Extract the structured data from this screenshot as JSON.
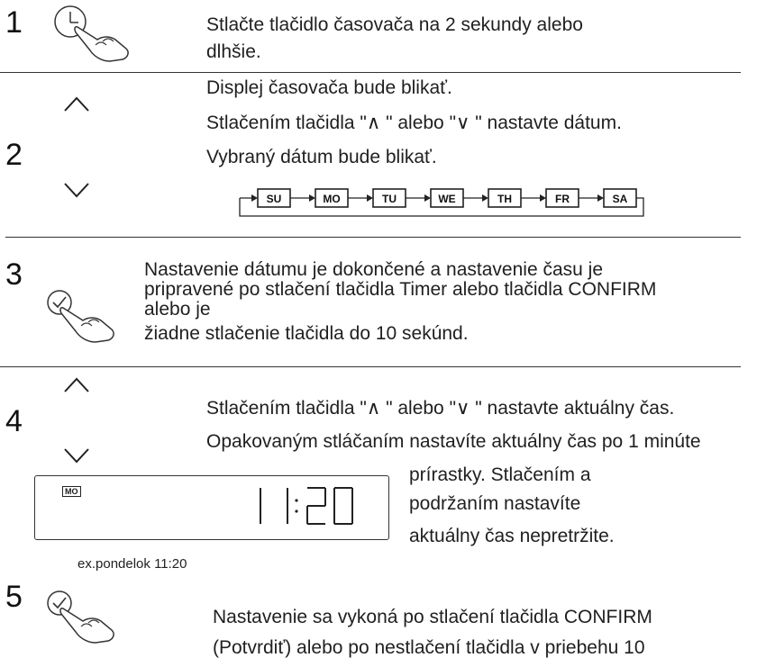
{
  "steps": [
    {
      "number": "1",
      "lines": [
        "Stlačte tlačidlo časovača na 2 sekundy alebo",
        "dlhšie."
      ]
    },
    {
      "number": "2",
      "lines": [
        "Displej časovača bude blikať.",
        "Stlačením tlačidla \"∧ \" alebo \"∨ \" nastavte dátum.",
        "Vybraný dátum bude blikať."
      ]
    },
    {
      "number": "3",
      "lines": [
        "Nastavenie dátumu je dokončené a nastavenie času je",
        "pripravené po stlačení tlačidla Timer alebo tlačidla CONFIRM",
        "alebo je",
        "žiadne stlačenie tlačidla do 10 sekúnd."
      ]
    },
    {
      "number": "4",
      "lines": [
        "Stlačením tlačidla \"∧ \" alebo \"∨ \" nastavte aktuálny čas.",
        "Opakovaným stláčaním nastavíte aktuálny čas po 1 minúte",
        "prírastky. Stlačením a",
        "podržaním nastavíte",
        "aktuálny čas nepretržite."
      ]
    },
    {
      "number": "5",
      "lines": [
        "Nastavenie sa vykoná po stlačení tlačidla CONFIRM",
        "(Potvrdiť) alebo po nestlačení tlačidla v priebehu 10"
      ]
    }
  ],
  "days": [
    "SU",
    "MO",
    "TU",
    "WE",
    "TH",
    "FR",
    "SA"
  ],
  "display": {
    "day": "MO",
    "time": "11:20",
    "caption": "ex.pondelok 11:20"
  },
  "icons": [
    "timer-hand-icon",
    "arrow-up-icon",
    "arrow-down-icon",
    "confirm-hand-icon"
  ]
}
